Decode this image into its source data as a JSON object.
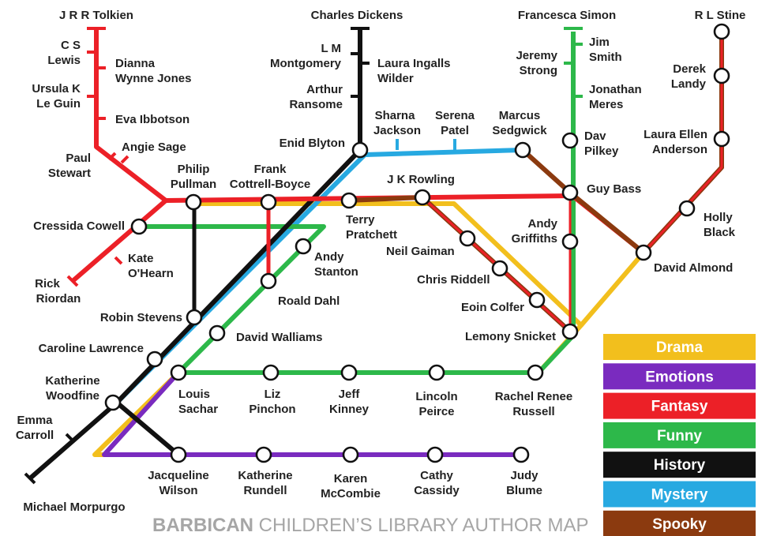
{
  "title": {
    "bold": "BARBICAN",
    "rest": " CHILDREN’S LIBRARY AUTHOR MAP"
  },
  "colors": {
    "drama": "#f2bf1d",
    "emotions": "#7a2bbf",
    "fantasy": "#ec2027",
    "funny": "#2db84a",
    "history": "#111111",
    "mystery": "#27a9e1",
    "spooky": "#8b3a0f"
  },
  "legend": [
    {
      "label": "Drama",
      "color": "#f2bf1d"
    },
    {
      "label": "Emotions",
      "color": "#7a2bbf"
    },
    {
      "label": "Fantasy",
      "color": "#ec2027"
    },
    {
      "label": "Funny",
      "color": "#2db84a"
    },
    {
      "label": "History",
      "color": "#111111"
    },
    {
      "label": "Mystery",
      "color": "#27a9e1"
    },
    {
      "label": "Spooky",
      "color": "#8b3a0f"
    }
  ],
  "authors": {
    "tolkien": [
      "J R R Tolkien"
    ],
    "cslewis": [
      "C S",
      "Lewis"
    ],
    "wynnejones": [
      "Dianna",
      "Wynne Jones"
    ],
    "leguin": [
      "Ursula K",
      "Le Guin"
    ],
    "ibbotson": [
      "Eva Ibbotson"
    ],
    "sage": [
      "Angie Sage"
    ],
    "stewart": [
      "Paul",
      "Stewart"
    ],
    "pullman": [
      "Philip",
      "Pullman"
    ],
    "cowell": [
      "Cressida Cowell"
    ],
    "ohearn": [
      "Kate",
      "O'Hearn"
    ],
    "riordan": [
      "Rick",
      "Riordan"
    ],
    "dickens": [
      "Charles Dickens"
    ],
    "montgomery": [
      "L M",
      "Montgomery"
    ],
    "wilder": [
      "Laura Ingalls",
      "Wilder"
    ],
    "ransome": [
      "Arthur",
      "Ransome"
    ],
    "blyton": [
      "Enid Blyton"
    ],
    "jackson": [
      "Sharna",
      "Jackson"
    ],
    "patel": [
      "Serena",
      "Patel"
    ],
    "sedgwick": [
      "Marcus",
      "Sedgwick"
    ],
    "boyce": [
      "Frank",
      "Cottrell-Boyce"
    ],
    "rowling": [
      "J K Rowling"
    ],
    "pratchett": [
      "Terry",
      "Pratchett"
    ],
    "stanton": [
      "Andy",
      "Stanton"
    ],
    "dahl": [
      "Roald Dahl"
    ],
    "gaiman": [
      "Neil Gaiman"
    ],
    "riddell": [
      "Chris Riddell"
    ],
    "colfer": [
      "Eoin Colfer"
    ],
    "snicket": [
      "Lemony Snicket"
    ],
    "stevens": [
      "Robin Stevens"
    ],
    "walliams": [
      "David Walliams"
    ],
    "lawrence": [
      "Caroline Lawrence"
    ],
    "woodfine": [
      "Katherine",
      "Woodfine"
    ],
    "carroll": [
      "Emma",
      "Carroll"
    ],
    "morpurgo": [
      "Michael Morpurgo"
    ],
    "simon": [
      "Francesca Simon"
    ],
    "smith": [
      "Jim",
      "Smith"
    ],
    "strong": [
      "Jeremy",
      "Strong"
    ],
    "meres": [
      "Jonathan",
      "Meres"
    ],
    "pilkey": [
      "Dav",
      "Pilkey"
    ],
    "bass": [
      "Guy Bass"
    ],
    "griffiths": [
      "Andy",
      "Griffiths"
    ],
    "stine": [
      "R L Stine"
    ],
    "landy": [
      "Derek",
      "Landy"
    ],
    "anderson": [
      "Laura Ellen",
      "Anderson"
    ],
    "black": [
      "Holly",
      "Black"
    ],
    "almond": [
      "David Almond"
    ],
    "sachar": [
      "Louis",
      "Sachar"
    ],
    "pinchon": [
      "Liz",
      "Pinchon"
    ],
    "kinney": [
      "Jeff",
      "Kinney"
    ],
    "peirce": [
      "Lincoln",
      "Peirce"
    ],
    "russell": [
      "Rachel Renee",
      "Russell"
    ],
    "wilson": [
      "Jacqueline",
      "Wilson"
    ],
    "rundell": [
      "Katherine",
      "Rundell"
    ],
    "mccombie": [
      "Karen",
      "McCombie"
    ],
    "cassidy": [
      "Cathy",
      "Cassidy"
    ],
    "blume": [
      "Judy",
      "Blume"
    ]
  }
}
